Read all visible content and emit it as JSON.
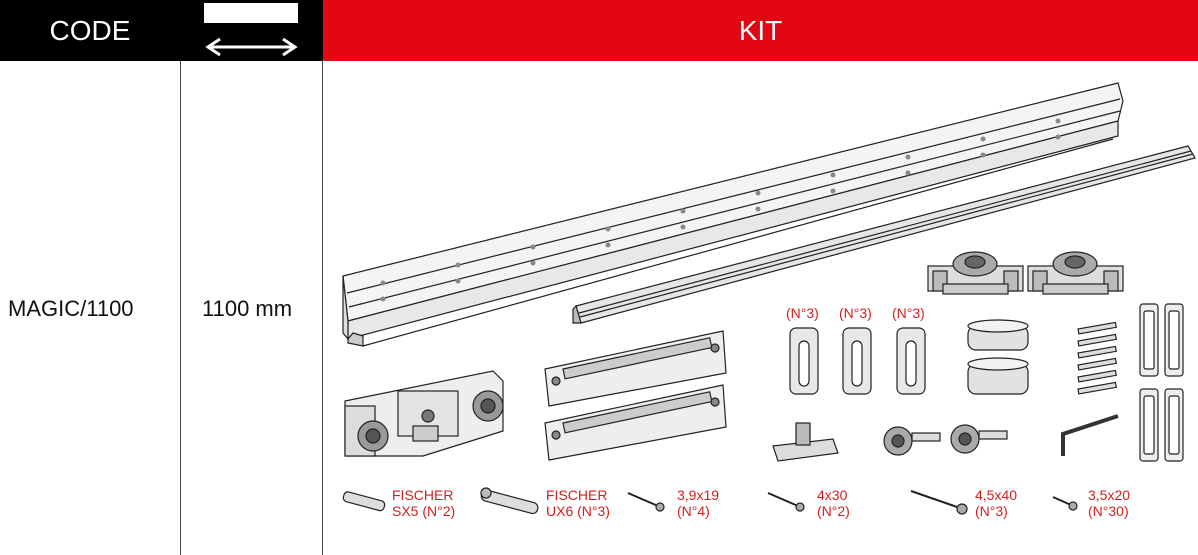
{
  "header": {
    "code_label": "CODE",
    "kit_label": "KIT"
  },
  "row": {
    "code": "MAGIC/1100",
    "length": "1100 mm"
  },
  "labels": {
    "bracket1": "(N°3)",
    "bracket2": "(N°3)",
    "bracket3": "(N°3)",
    "fischer_sx5_l1": "FISCHER",
    "fischer_sx5_l2": "SX5 (N°2)",
    "fischer_ux6_l1": "FISCHER",
    "fischer_ux6_l2": "UX6 (N°3)",
    "screw1_l1": "3,9x19",
    "screw1_l2": "(N°4)",
    "screw2_l1": "4x30",
    "screw2_l2": "(N°2)",
    "screw3_l1": "4,5x40",
    "screw3_l2": "(N°3)",
    "screw4_l1": "3,5x20",
    "screw4_l2": "(N°30)"
  },
  "colors": {
    "header_black": "#000000",
    "header_red": "#e30613",
    "label_red": "#d41f1f"
  },
  "icons": [
    "double-arrow-icon"
  ]
}
